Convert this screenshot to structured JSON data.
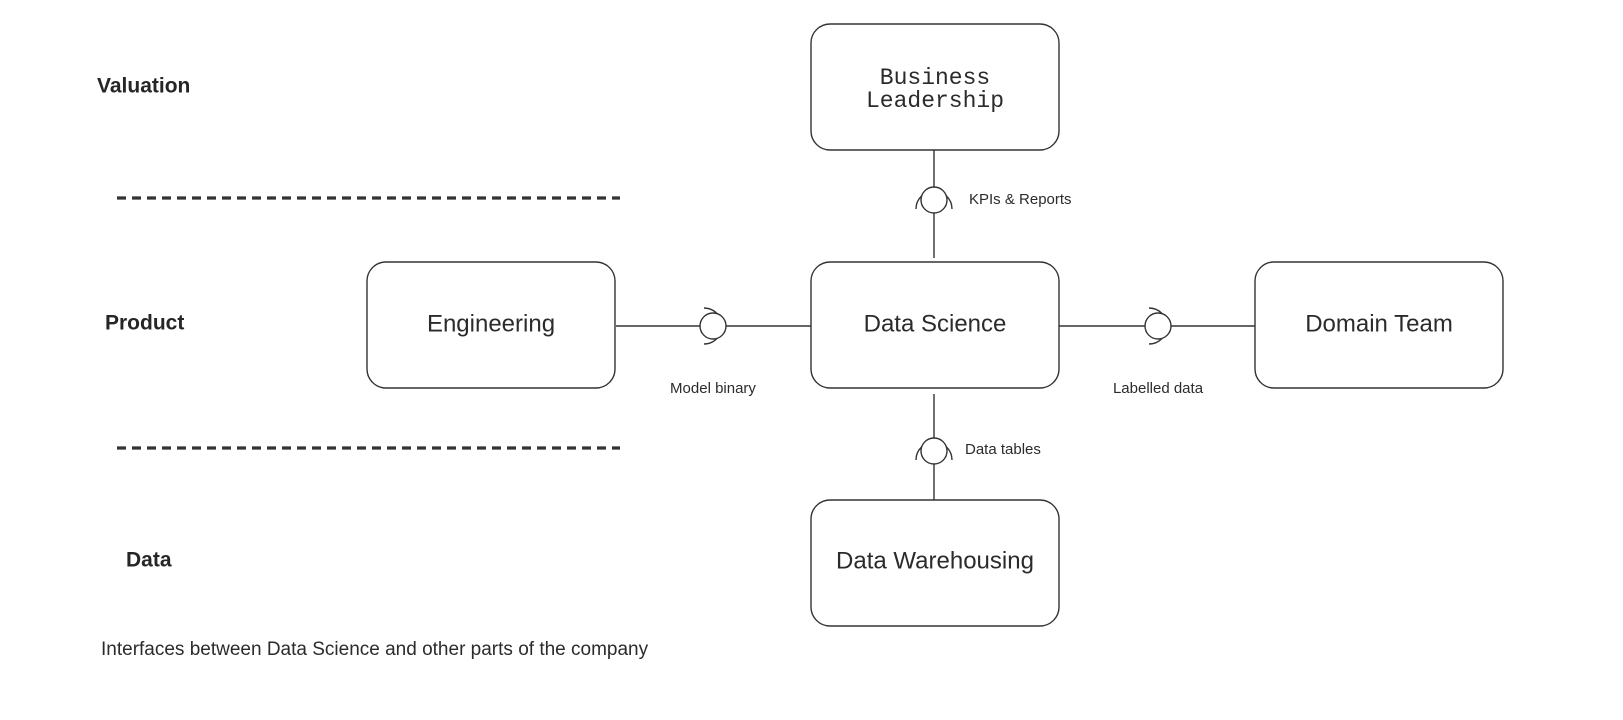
{
  "diagram": {
    "caption": "Interfaces between Data Science and other parts of the company",
    "stroke_color": "#333333",
    "text_color": "#2b2b2b",
    "background_color": "#ffffff"
  },
  "tiers": [
    {
      "label": "Valuation"
    },
    {
      "label": "Product"
    },
    {
      "label": "Data"
    }
  ],
  "nodes": [
    {
      "id": "business-leadership",
      "line1": "Business",
      "line2": "Leadership",
      "font": "mono"
    },
    {
      "id": "engineering",
      "label": "Engineering",
      "font": "sans"
    },
    {
      "id": "data-science",
      "label": "Data Science",
      "font": "sans"
    },
    {
      "id": "domain-team",
      "label": "Domain Team",
      "font": "sans"
    },
    {
      "id": "data-warehousing",
      "label": "Data Warehousing",
      "font": "sans"
    }
  ],
  "interfaces": [
    {
      "id": "kpis-reports",
      "label": "KPIs & Reports",
      "from": "business-leadership",
      "to": "data-science",
      "orientation": "vertical"
    },
    {
      "id": "model-binary",
      "label": "Model binary",
      "from": "engineering",
      "to": "data-science",
      "orientation": "horizontal"
    },
    {
      "id": "labelled-data",
      "label": "Labelled data",
      "from": "data-science",
      "to": "domain-team",
      "orientation": "horizontal"
    },
    {
      "id": "data-tables",
      "label": "Data tables",
      "from": "data-warehousing",
      "to": "data-science",
      "orientation": "vertical"
    }
  ]
}
